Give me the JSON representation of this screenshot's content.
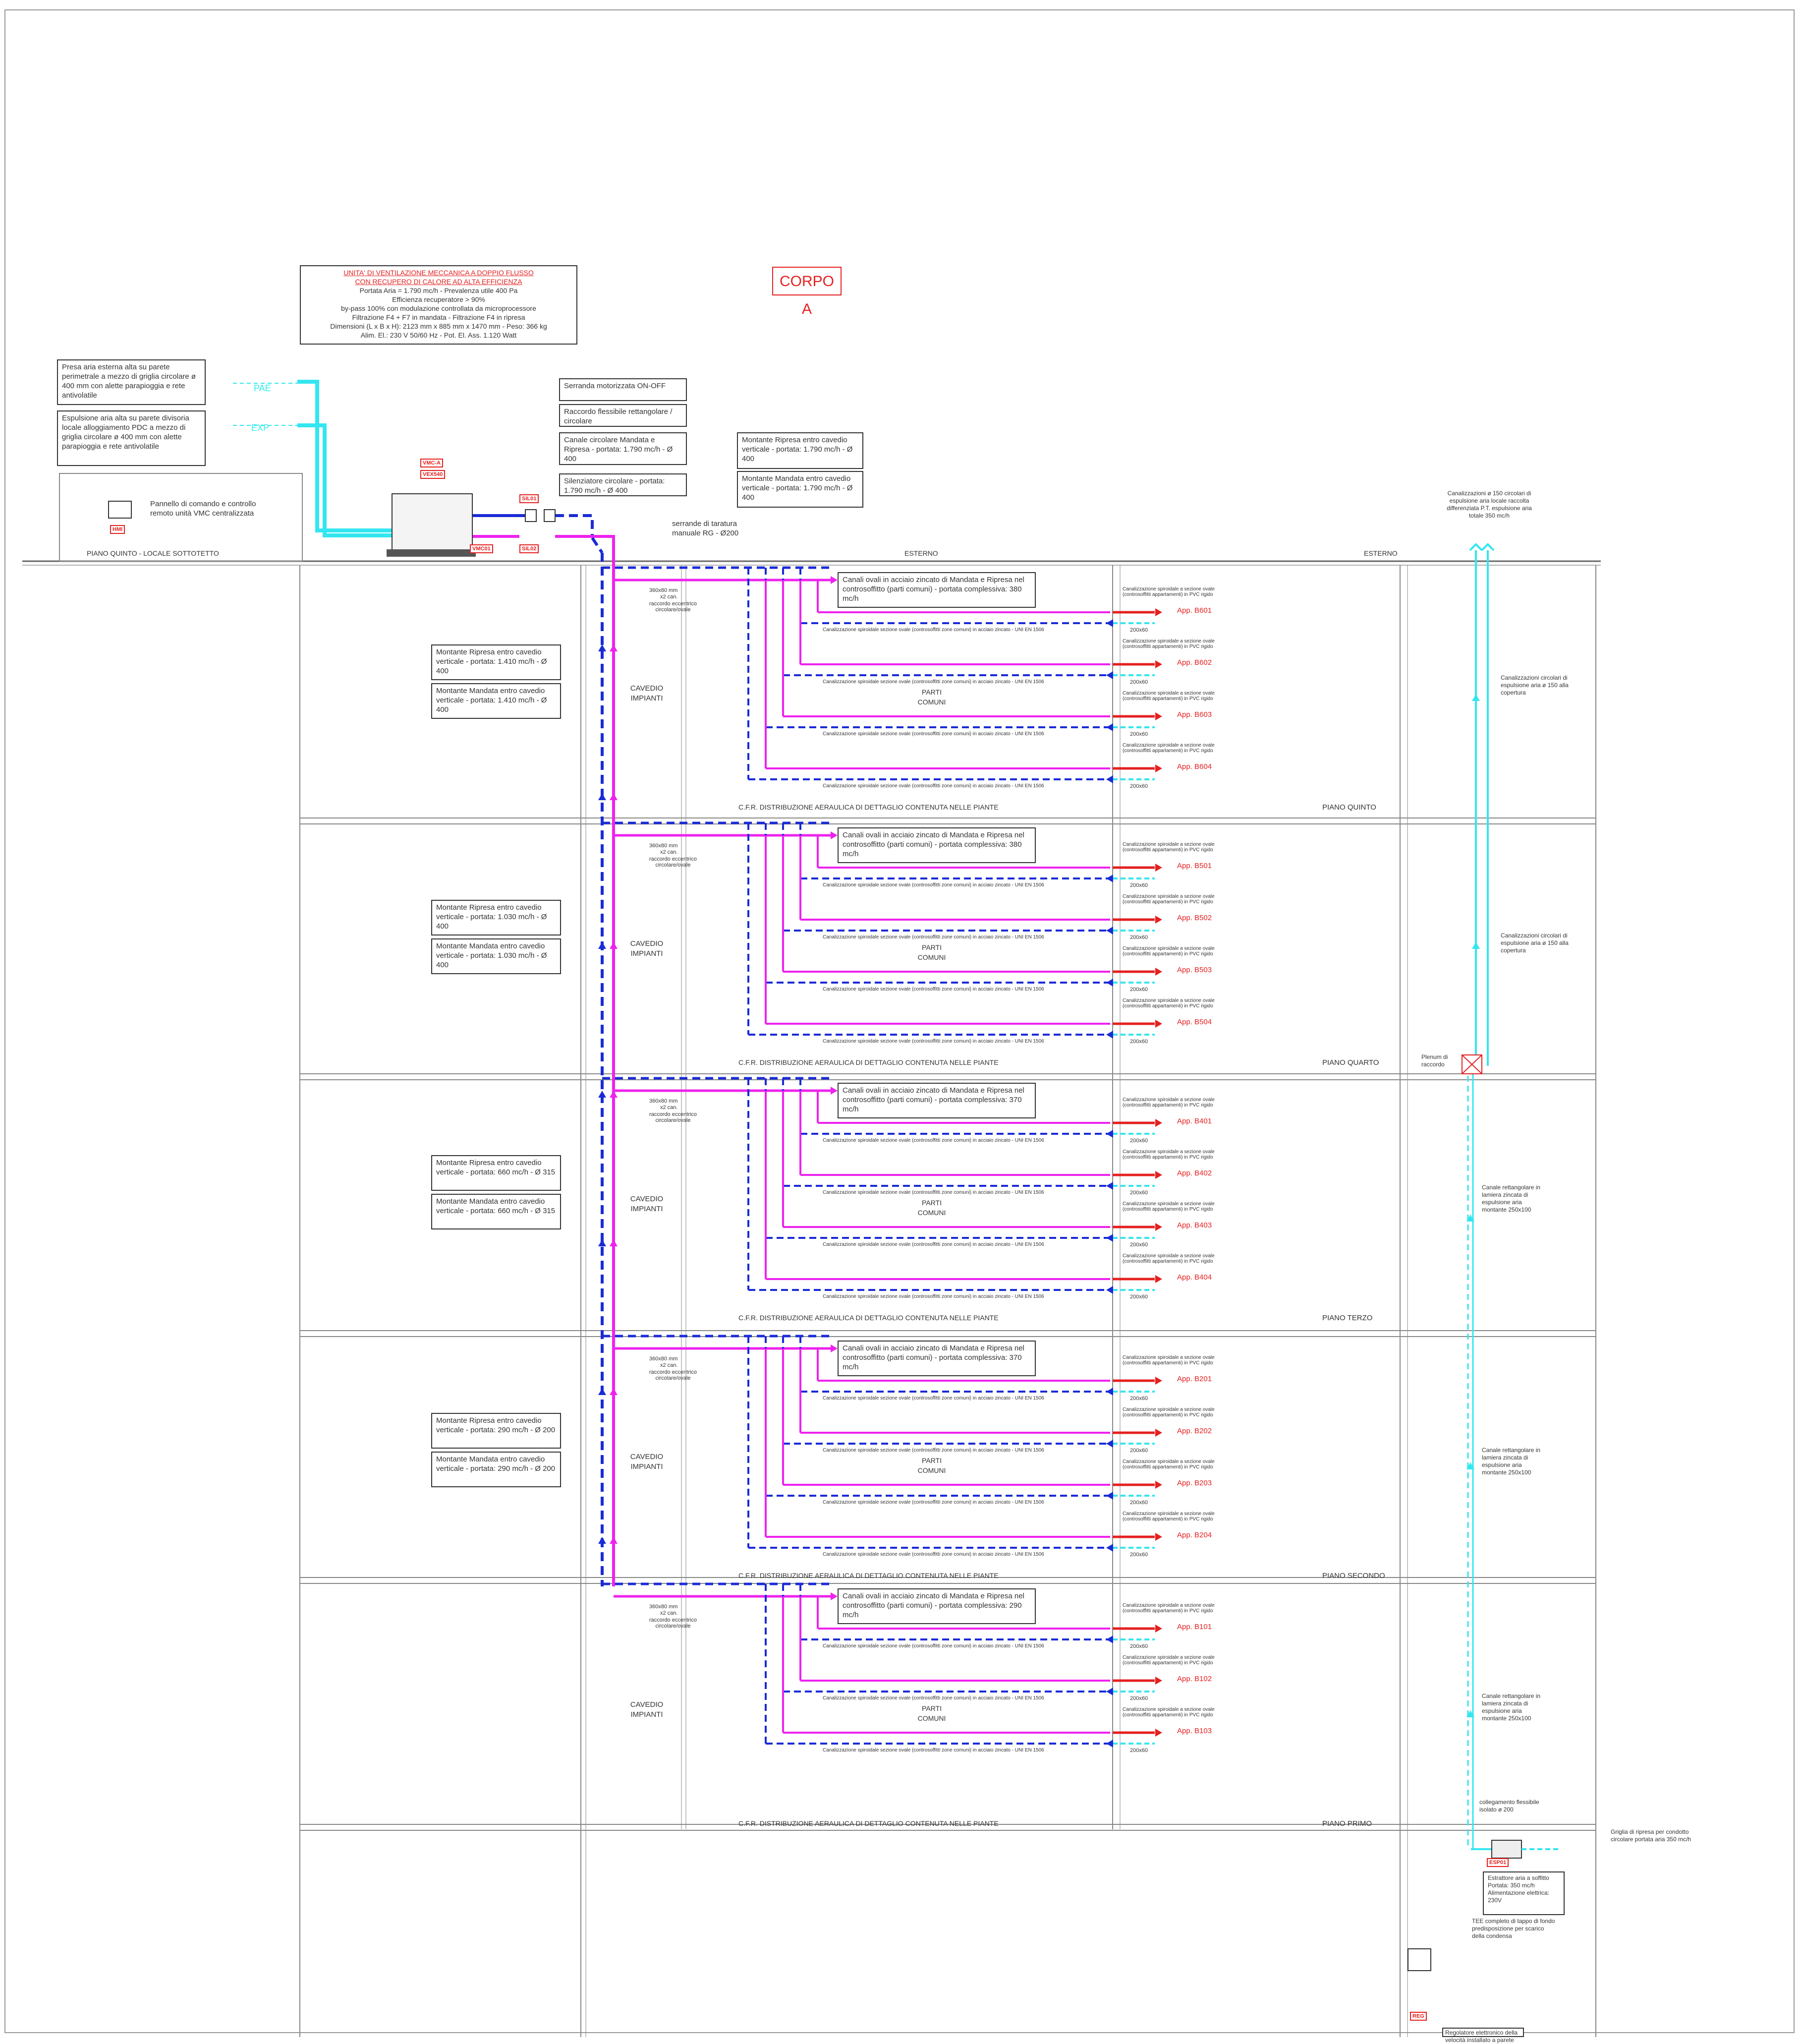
{
  "title": "CORPO A",
  "unit_box": {
    "line1": "UNITA' DI VENTILAZIONE MECCANICA A DOPPIO FLUSSO",
    "line2": "CON RECUPERO DI CALORE AD ALTA EFFICIENZA",
    "line3": "Portata Aria = 1.790 mc/h - Prevalenza utile 400 Pa",
    "line4": "Efficienza recuperatore > 90%",
    "line5": "by-pass 100% con modulazione controllata da microprocessore",
    "line6": "Filtrazione F4 + F7 in mandata - Filtrazione F4 in ripresa",
    "line7": "Dimensioni (L x B x H): 2123 mm x 885 mm x 1470 mm - Peso: 366 kg",
    "line8": "Alim. El.: 230 V 50/60 Hz - Pot. El. Ass. 1.120 Watt"
  },
  "pae_note": "Presa aria esterna alta su parete perimetrale a mezzo di griglia circolare ø 400 mm con alette parapioggia e rete antivolatile",
  "exp_note": "Espulsione aria alta su parete divisoria locale alloggiamento PDC a mezzo di griglia circolare ø 400 mm con alette parapioggia e rete antivolatile",
  "pae": "PAE",
  "exp": "EXP",
  "vmc_tag": "VMC-A",
  "vmc_model": "VEX540",
  "vmc01": "VMC01",
  "sil01": "SIL01",
  "sil02": "SIL02",
  "hmi": "HMI",
  "hmi_note": "Pannello di comando e controllo remoto unità VMC centralizzata",
  "serranda": "Serranda motorizzata ON-OFF",
  "raccordo": "Raccordo flessibile rettangolare / circolare",
  "canale_circ": "Canale circolare Mandata e Ripresa - portata: 1.790 mc/h - Ø 400",
  "silenziatore": "Silenziatore circolare - portata: 1.790 mc/h - Ø 400",
  "montante_rip_top": "Montante Ripresa entro cavedio verticale - portata: 1.790 mc/h - Ø 400",
  "montante_man_top": "Montante Mandata entro cavedio verticale - portata: 1.790 mc/h - Ø 400",
  "serrande_tar": "serrande di taratura manuale RG - Ø200",
  "piano_quinto_sottotetto": "PIANO QUINTO - LOCALE SOTTOTETTO",
  "esterno": "ESTERNO",
  "canal_top_note": "Canalizzazioni ø 150 circolari di espulsione aria locale raccolta differenziata P.T. espulsione aria totale 350 mc/h",
  "canal_side_note": "Canalizzazioni circolari di espulsione aria ø 150 alla copertura",
  "plenum": "Plenum di raccordo",
  "canale_rett": "Canale rettangolare in lamiera zincata di espulsione aria montante 250x100",
  "cavedio": "CAVEDIO",
  "impianti": "IMPIANTI",
  "parti": "PARTI",
  "comuni": "COMUNI",
  "cfr": "C.F.R. DISTRIBUZIONE AERAULICA DI DETTAGLIO CONTENUTA NELLE PIANTE",
  "canal_ovali": "Canalizzazione spiroidale sezione ovale (controsoffitti zone comuni) in acciaio zincato - UNI EN 1506",
  "canal_pvc": "Canalizzazione spiroidale a sezione ovale (controsoffitti appartamenti) in PVC rigido",
  "raccordo_ecc": "raccordo eccentrico circolare/ovale",
  "x2": "x2 can.",
  "sez360": "360x80 mm",
  "sez200": "200x60",
  "esp01": "ESP01",
  "esp_note": "Estrattore aria a soffitto Portata: 350 mc/h Alimentazione elettrica: 230V",
  "griglia_note": "Griglia di ripresa per condotto circolare portata aria 350 mc/h",
  "coll_flex": "collegamento flessibile isolato ø 200",
  "tee_note": "TEE completo di tappo di fondo predisposizione per scarico della condensa",
  "reg": "REG",
  "reg_note": "Regolatore elettronico della velocità installato a parete",
  "floors": [
    {
      "name": "PIANO QUINTO",
      "rip": "Montante Ripresa entro cavedio verticale - portata: 1.410 mc/h - Ø 400",
      "man": "Montante Mandata entro cavedio verticale - portata: 1.410 mc/h - Ø 400",
      "canali": "Canali ovali in acciaio zincato di Mandata e Ripresa nel controsoffitto (parti comuni) - portata complessiva: 380 mc/h",
      "apps": [
        "App. B601",
        "App. B602",
        "App. B603",
        "App. B604"
      ]
    },
    {
      "name": "PIANO QUARTO",
      "rip": "Montante Ripresa entro cavedio verticale - portata: 1.030 mc/h - Ø 400",
      "man": "Montante Mandata entro cavedio verticale - portata: 1.030 mc/h - Ø 400",
      "canali": "Canali ovali in acciaio zincato di Mandata e Ripresa nel controsoffitto (parti comuni) - portata complessiva: 380 mc/h",
      "apps": [
        "App. B501",
        "App. B502",
        "App. B503",
        "App. B504"
      ]
    },
    {
      "name": "PIANO TERZO",
      "rip": "Montante Ripresa entro cavedio verticale - portata: 660 mc/h - Ø 315",
      "man": "Montante Mandata entro cavedio verticale - portata: 660 mc/h - Ø 315",
      "canali": "Canali ovali in acciaio zincato di Mandata e Ripresa nel controsoffitto (parti comuni) - portata complessiva: 370 mc/h",
      "apps": [
        "App. B401",
        "App. B402",
        "App. B403",
        "App. B404"
      ]
    },
    {
      "name": "PIANO SECONDO",
      "rip": "Montante Ripresa entro cavedio verticale - portata: 290 mc/h - Ø 200",
      "man": "Montante Mandata entro cavedio verticale - portata: 290 mc/h - Ø 200",
      "canali": "Canali ovali in acciaio zincato di Mandata e Ripresa nel controsoffitto (parti comuni) - portata complessiva: 370 mc/h",
      "apps": [
        "App. B201",
        "App. B202",
        "App. B203",
        "App. B204"
      ]
    },
    {
      "name": "PIANO PRIMO",
      "rip": "",
      "man": "",
      "canali": "Canali ovali in acciaio zincato di Mandata e Ripresa nel controsoffitto (parti comuni) - portata complessiva: 290 mc/h",
      "apps": [
        "App. B101",
        "App. B102",
        "App. B103"
      ]
    }
  ]
}
